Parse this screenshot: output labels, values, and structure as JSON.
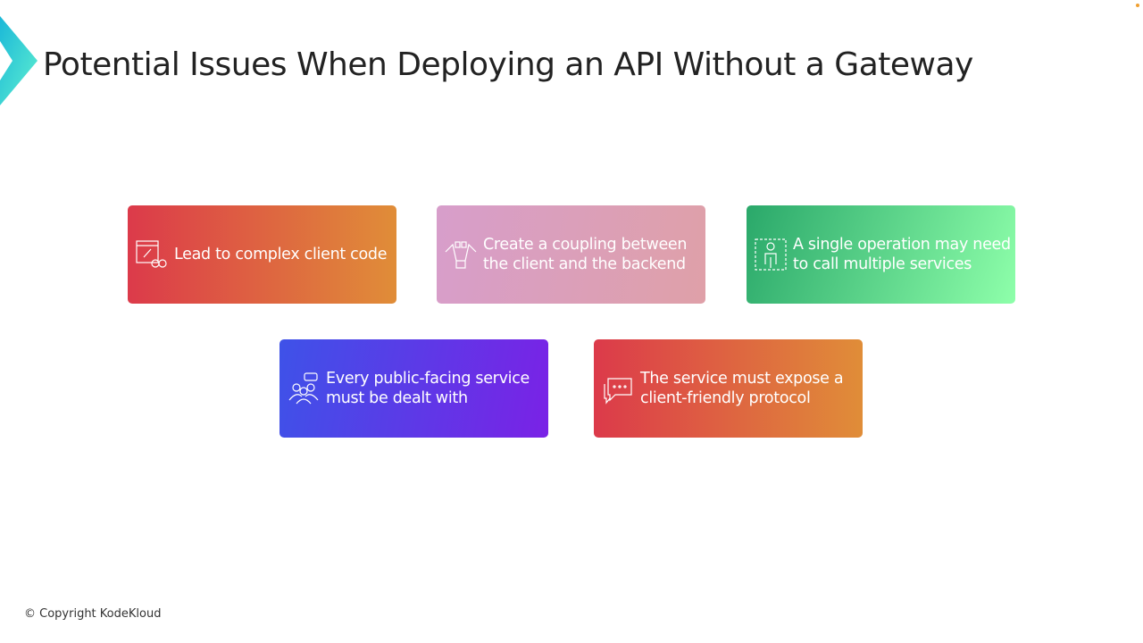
{
  "header": {
    "title": "Potential Issues When Deploying an API Without a Gateway"
  },
  "cards": [
    {
      "label": "Lead to complex client code",
      "icon": "code-gears-icon",
      "colors": [
        "#dc3a4a",
        "#e08d38"
      ]
    },
    {
      "label": "Create a coupling between the client and the backend",
      "icon": "plug-coupling-icon",
      "colors": [
        "#d79ecb",
        "#e0a0a0"
      ]
    },
    {
      "label": "A single operation may need to call multiple services",
      "icon": "person-services-icon",
      "colors": [
        "#2aa86a",
        "#8effaa"
      ]
    },
    {
      "label": "Every public-facing service must be dealt with",
      "icon": "users-chat-icon",
      "colors": [
        "#3e52e8",
        "#7a22e6"
      ]
    },
    {
      "label": "The service must expose a client-friendly protocol",
      "icon": "chat-bubbles-icon",
      "colors": [
        "#dc3a4a",
        "#e08d38"
      ]
    }
  ],
  "footer": {
    "copyright": "© Copyright KodeKloud"
  }
}
